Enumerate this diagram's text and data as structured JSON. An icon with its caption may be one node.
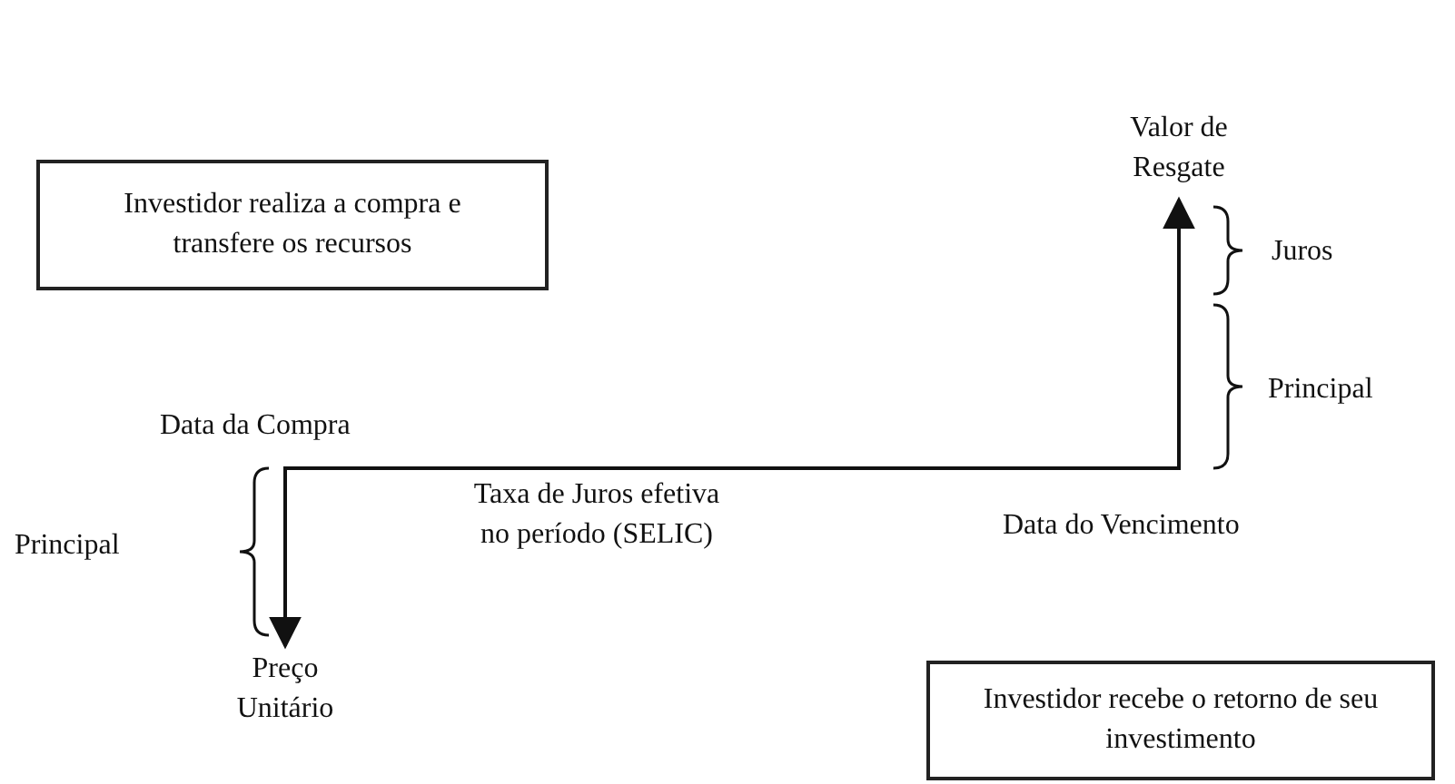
{
  "diagram": {
    "nodes": [
      {
        "text": [
          "Investidor realiza a compra e transfere os recursos"
        ]
      },
      {
        "text": [
          "Investidor recebe o retorno de seu investimento"
        ]
      },
      {
        "text": [
          "Preço Unitário"
        ]
      },
      {
        "text": [
          "Valor de Resgate"
        ]
      }
    ],
    "edges": [
      {
        "from": 2,
        "to": 3,
        "arrow": "both",
        "label": "Taxa de Juros efetiva no período (SELIC)"
      }
    ],
    "labels": [
      "Juros",
      "Principal",
      "Data da Compra",
      "Data do Vencimento",
      "Principal"
    ]
  }
}
